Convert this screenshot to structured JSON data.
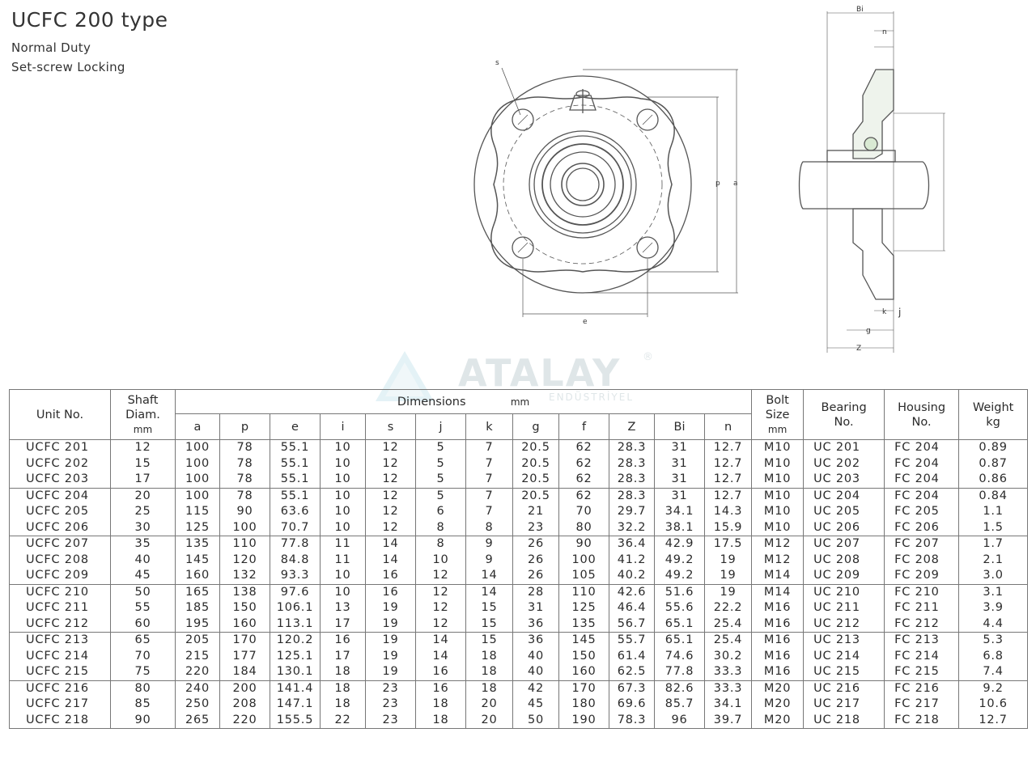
{
  "header": {
    "title": "UCFC 200 type",
    "subtitle1": "Normal Duty",
    "subtitle2": "Set-screw Locking"
  },
  "watermark": {
    "brand": "ATALAY",
    "sub": "ENDÜSTRİYEL",
    "reg": "®"
  },
  "drawing_labels": {
    "s": "s",
    "p": "p",
    "a": "a",
    "e": "e",
    "Bi": "Bi",
    "n": "n",
    "k": "k",
    "j": "j",
    "g": "g",
    "Z": "Z"
  },
  "table": {
    "headers": {
      "unit": "Unit No.",
      "shaft1": "Shaft",
      "shaft2": "Diam.",
      "shaft3": "mm",
      "dims": "Dimensions",
      "dims_mm": "mm",
      "bolt1": "Bolt",
      "bolt2": "Size",
      "bolt3": "mm",
      "bearing1": "Bearing",
      "bearing2": "No.",
      "housing1": "Housing",
      "housing2": "No.",
      "weight1": "Weight",
      "weight2": "kg",
      "a": "a",
      "p": "p",
      "e": "e",
      "i": "i",
      "s": "s",
      "j": "j",
      "k": "k",
      "g": "g",
      "f": "f",
      "Z": "Z",
      "Bi": "Bi",
      "n": "n"
    },
    "rows": [
      [
        "UCFC 201",
        "12",
        "100",
        "78",
        "55.1",
        "10",
        "12",
        "5",
        "7",
        "20.5",
        "62",
        "28.3",
        "31",
        "12.7",
        "M10",
        "UC 201",
        "FC 204",
        "0.89"
      ],
      [
        "UCFC 202",
        "15",
        "100",
        "78",
        "55.1",
        "10",
        "12",
        "5",
        "7",
        "20.5",
        "62",
        "28.3",
        "31",
        "12.7",
        "M10",
        "UC 202",
        "FC 204",
        "0.87"
      ],
      [
        "UCFC 203",
        "17",
        "100",
        "78",
        "55.1",
        "10",
        "12",
        "5",
        "7",
        "20.5",
        "62",
        "28.3",
        "31",
        "12.7",
        "M10",
        "UC 203",
        "FC 204",
        "0.86"
      ],
      [
        "UCFC 204",
        "20",
        "100",
        "78",
        "55.1",
        "10",
        "12",
        "5",
        "7",
        "20.5",
        "62",
        "28.3",
        "31",
        "12.7",
        "M10",
        "UC 204",
        "FC 204",
        "0.84"
      ],
      [
        "UCFC 205",
        "25",
        "115",
        "90",
        "63.6",
        "10",
        "12",
        "6",
        "7",
        "21",
        "70",
        "29.7",
        "34.1",
        "14.3",
        "M10",
        "UC 205",
        "FC 205",
        "1.1"
      ],
      [
        "UCFC 206",
        "30",
        "125",
        "100",
        "70.7",
        "10",
        "12",
        "8",
        "8",
        "23",
        "80",
        "32.2",
        "38.1",
        "15.9",
        "M10",
        "UC 206",
        "FC 206",
        "1.5"
      ],
      [
        "UCFC 207",
        "35",
        "135",
        "110",
        "77.8",
        "11",
        "14",
        "8",
        "9",
        "26",
        "90",
        "36.4",
        "42.9",
        "17.5",
        "M12",
        "UC 207",
        "FC 207",
        "1.7"
      ],
      [
        "UCFC 208",
        "40",
        "145",
        "120",
        "84.8",
        "11",
        "14",
        "10",
        "9",
        "26",
        "100",
        "41.2",
        "49.2",
        "19",
        "M12",
        "UC 208",
        "FC 208",
        "2.1"
      ],
      [
        "UCFC 209",
        "45",
        "160",
        "132",
        "93.3",
        "10",
        "16",
        "12",
        "14",
        "26",
        "105",
        "40.2",
        "49.2",
        "19",
        "M14",
        "UC 209",
        "FC 209",
        "3.0"
      ],
      [
        "UCFC 210",
        "50",
        "165",
        "138",
        "97.6",
        "10",
        "16",
        "12",
        "14",
        "28",
        "110",
        "42.6",
        "51.6",
        "19",
        "M14",
        "UC 210",
        "FC 210",
        "3.1"
      ],
      [
        "UCFC 211",
        "55",
        "185",
        "150",
        "106.1",
        "13",
        "19",
        "12",
        "15",
        "31",
        "125",
        "46.4",
        "55.6",
        "22.2",
        "M16",
        "UC 211",
        "FC 211",
        "3.9"
      ],
      [
        "UCFC 212",
        "60",
        "195",
        "160",
        "113.1",
        "17",
        "19",
        "12",
        "15",
        "36",
        "135",
        "56.7",
        "65.1",
        "25.4",
        "M16",
        "UC 212",
        "FC 212",
        "4.4"
      ],
      [
        "UCFC 213",
        "65",
        "205",
        "170",
        "120.2",
        "16",
        "19",
        "14",
        "15",
        "36",
        "145",
        "55.7",
        "65.1",
        "25.4",
        "M16",
        "UC 213",
        "FC 213",
        "5.3"
      ],
      [
        "UCFC 214",
        "70",
        "215",
        "177",
        "125.1",
        "17",
        "19",
        "14",
        "18",
        "40",
        "150",
        "61.4",
        "74.6",
        "30.2",
        "M16",
        "UC 214",
        "FC 214",
        "6.8"
      ],
      [
        "UCFC 215",
        "75",
        "220",
        "184",
        "130.1",
        "18",
        "19",
        "16",
        "18",
        "40",
        "160",
        "62.5",
        "77.8",
        "33.3",
        "M16",
        "UC 215",
        "FC 215",
        "7.4"
      ],
      [
        "UCFC 216",
        "80",
        "240",
        "200",
        "141.4",
        "18",
        "23",
        "16",
        "18",
        "42",
        "170",
        "67.3",
        "82.6",
        "33.3",
        "M20",
        "UC 216",
        "FC 216",
        "9.2"
      ],
      [
        "UCFC 217",
        "85",
        "250",
        "208",
        "147.1",
        "18",
        "23",
        "18",
        "20",
        "45",
        "180",
        "69.6",
        "85.7",
        "34.1",
        "M20",
        "UC 217",
        "FC 217",
        "10.6"
      ],
      [
        "UCFC 218",
        "90",
        "265",
        "220",
        "155.5",
        "22",
        "23",
        "18",
        "20",
        "50",
        "190",
        "78.3",
        "96",
        "39.7",
        "M20",
        "UC 218",
        "FC 218",
        "12.7"
      ]
    ]
  }
}
